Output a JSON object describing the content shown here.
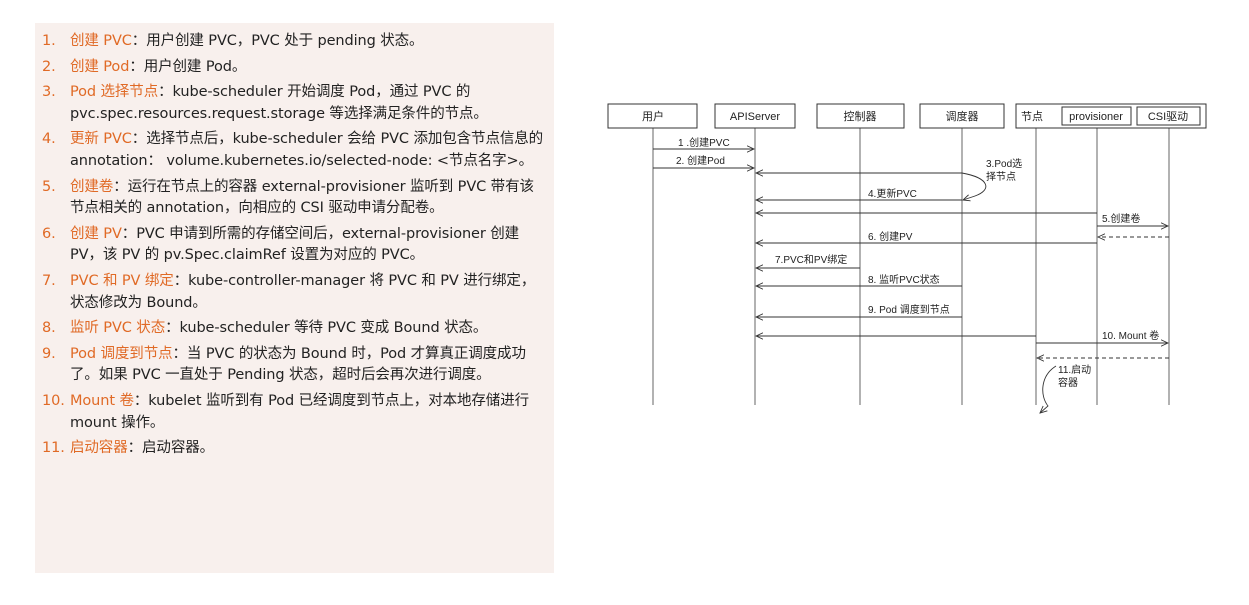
{
  "steps": [
    {
      "num": "1.",
      "title": "创建 PVC",
      "sep": "：",
      "desc": "用户创建 PVC，PVC 处于 pending 状态。"
    },
    {
      "num": "2.",
      "title": "创建 Pod",
      "sep": "：",
      "desc": "用户创建 Pod。"
    },
    {
      "num": "3.",
      "title": "Pod 选择节点",
      "sep": "：",
      "desc": "kube-scheduler 开始调度 Pod，通过 PVC 的 pvc.spec.resources.request.storage 等选择满足条件的节点。"
    },
    {
      "num": "4.",
      "title": "更新 PVC",
      "sep": "：",
      "desc": "选择节点后，kube-scheduler 会给 PVC 添加包含节点信息的 annotation： volume.kubernetes.io/selected-node: <节点名字>。"
    },
    {
      "num": "5.",
      "title": "创建卷",
      "sep": "：",
      "desc": "运行在节点上的容器 external-provisioner 监听到 PVC 带有该节点相关的 annotation，向相应的 CSI 驱动申请分配卷。"
    },
    {
      "num": "6.",
      "title": "创建 PV",
      "sep": "：",
      "desc": "PVC 申请到所需的存储空间后，external-provisioner 创建 PV，该 PV 的 pv.Spec.claimRef 设置为对应的 PVC。"
    },
    {
      "num": "7.",
      "title": "PVC 和 PV 绑定",
      "sep": "：",
      "desc": "kube-controller-manager 将 PVC 和 PV 进行绑定，状态修改为 Bound。"
    },
    {
      "num": "8.",
      "title": "监听 PVC 状态",
      "sep": "：",
      "desc": "kube-scheduler 等待 PVC 变成 Bound 状态。"
    },
    {
      "num": "9.",
      "title": "Pod 调度到节点",
      "sep": "：",
      "desc": "当 PVC 的状态为 Bound 时，Pod 才算真正调度成功了。如果 PVC 一直处于 Pending 状态，超时后会再次进行调度。"
    },
    {
      "num": "10.",
      "title": "Mount 卷",
      "sep": "：",
      "desc": "kubelet 监听到有 Pod 已经调度到节点上，对本地存储进行 mount 操作。"
    },
    {
      "num": "11.",
      "title": "启动容器",
      "sep": "：",
      "desc": "启动容器。"
    }
  ],
  "diagram": {
    "actors": {
      "user": "用户",
      "apiserver": "APIServer",
      "controller": "控制器",
      "scheduler": "调度器",
      "node": "节点",
      "provisioner": "provisioner",
      "csi": "CSI驱动"
    },
    "messages": {
      "m1": "1 .创建PVC",
      "m2": "2. 创建Pod",
      "m3a": "3.Pod选",
      "m3b": "择节点",
      "m4": "4.更新PVC",
      "m5": "5.创建卷",
      "m6": "6. 创建PV",
      "m7": "7.PVC和PV绑定",
      "m8": "8. 监听PVC状态",
      "m9": "9. Pod 调度到节点",
      "m10": "10. Mount 卷",
      "m11a": "11.启动",
      "m11b": "容器"
    }
  },
  "colors": {
    "accent": "#e06a26",
    "panel": "#f8f0ed",
    "line": "#333333"
  }
}
